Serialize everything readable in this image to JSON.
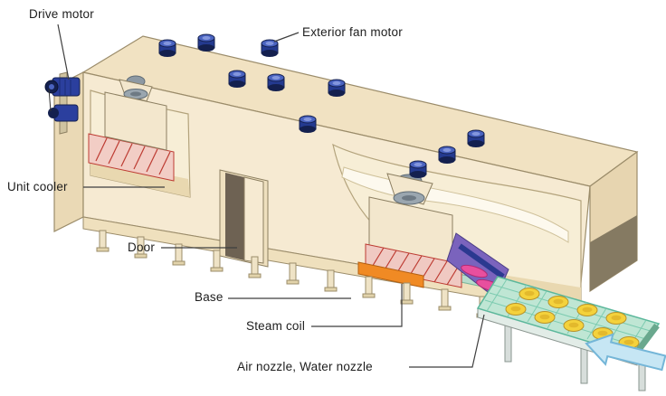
{
  "diagram": {
    "labels": {
      "drive_motor": "Drive motor",
      "exterior_fan_motor": "Exterior fan motor",
      "unit_cooler": "Unit cooler",
      "door": "Door",
      "base": "Base",
      "steam_coil": "Steam coil",
      "air_water_nozzle": "Air nozzle, Water nozzle"
    },
    "colors": {
      "body_cream": "#f6ead2",
      "roof_cream": "#f1e2c2",
      "outline": "#9b8c6a",
      "fan_motor_blue": "#2b3f9e",
      "coil_red": "#c0392f",
      "steam_coil_orange": "#f08a24",
      "air_nozzle_purple": "#7a63bd",
      "water_nozzle_magenta": "#e84f9e",
      "belt_green": "#bfe6d4",
      "product_yellow": "#f4d23c",
      "flow_arrow_blue": "#c6e6f4"
    }
  }
}
